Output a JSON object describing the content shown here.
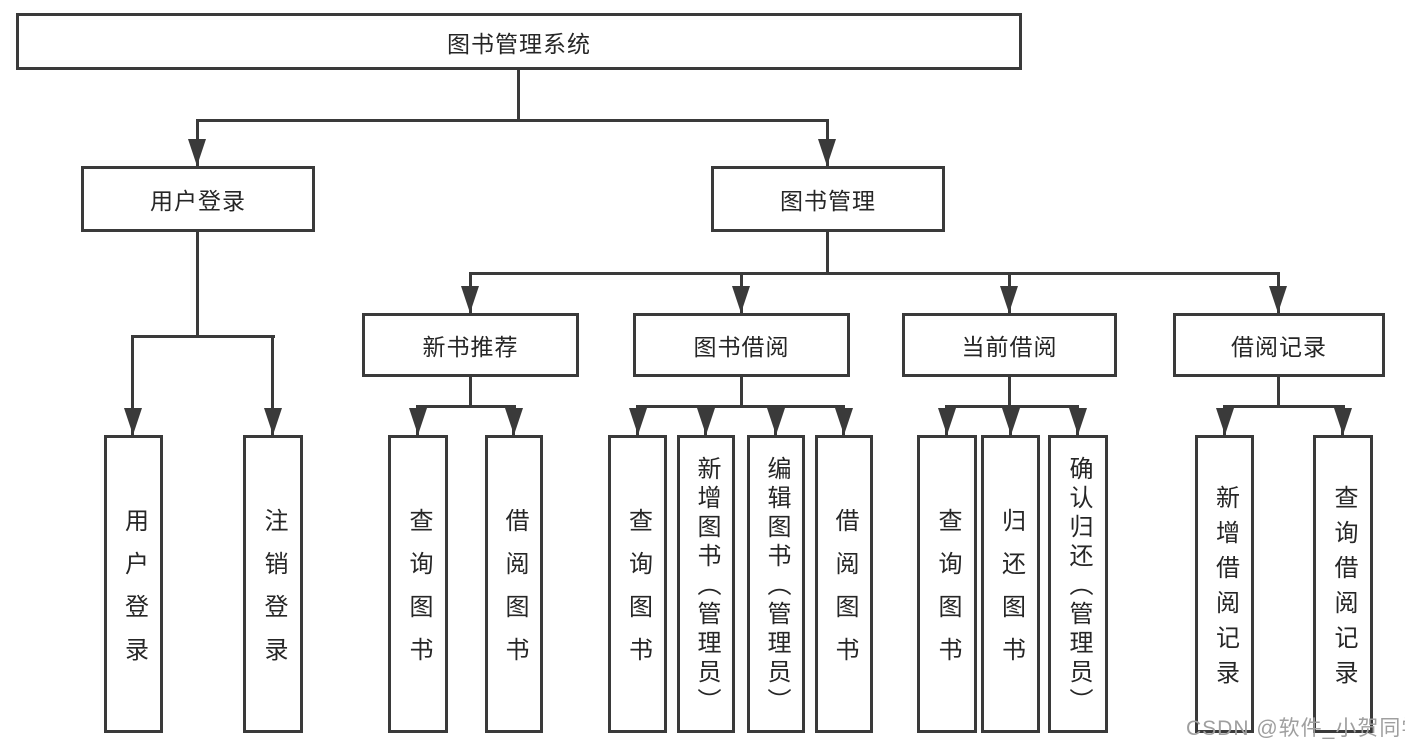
{
  "diagram": {
    "root": {
      "label": "图书管理系统"
    },
    "branches": [
      {
        "label": "用户登录",
        "children": [
          {
            "label": "用户登录"
          },
          {
            "label": "注销登录"
          }
        ]
      },
      {
        "label": "图书管理",
        "children": [
          {
            "label": "新书推荐",
            "children": [
              {
                "label": "查询图书"
              },
              {
                "label": "借阅图书"
              }
            ]
          },
          {
            "label": "图书借阅",
            "children": [
              {
                "label": "查询图书"
              },
              {
                "label": "新增图书（管理员）"
              },
              {
                "label": "编辑图书（管理员）"
              },
              {
                "label": "借阅图书"
              }
            ]
          },
          {
            "label": "当前借阅",
            "children": [
              {
                "label": "查询图书"
              },
              {
                "label": "归还图书"
              },
              {
                "label": "确认归还（管理员）"
              }
            ]
          },
          {
            "label": "借阅记录",
            "children": [
              {
                "label": "新增借阅记录"
              },
              {
                "label": "查询借阅记录"
              }
            ]
          }
        ]
      }
    ]
  },
  "watermark": {
    "text": "CSDN @软件_小贺同学"
  },
  "colors": {
    "line": "#3a3a3a",
    "text": "#262626",
    "watermark": "#9f9f9f",
    "background": "#ffffff"
  }
}
